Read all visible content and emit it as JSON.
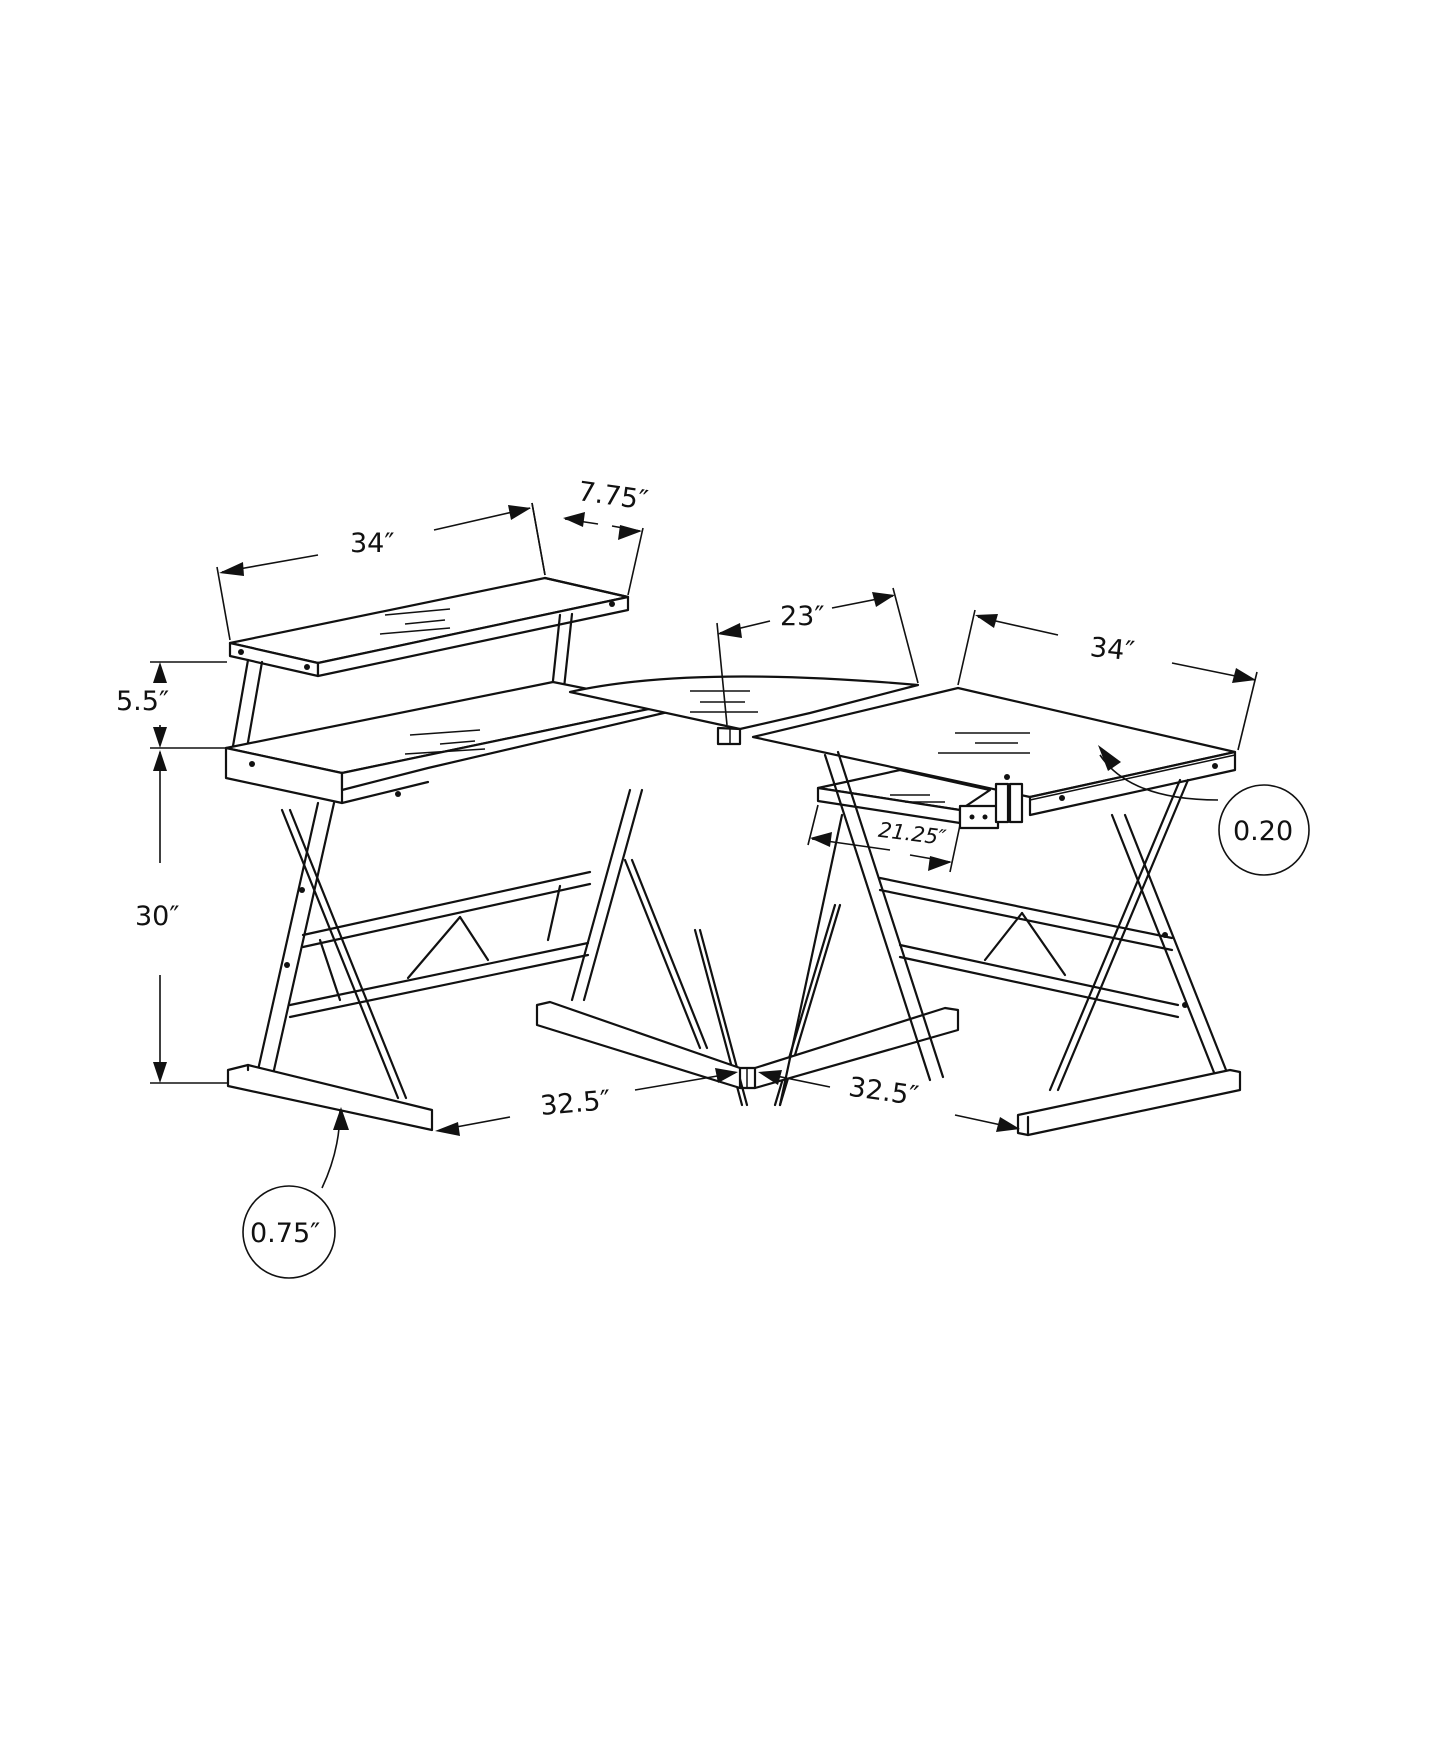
{
  "diagram": {
    "subject": "L-shaped corner desk with hutch shelf and keyboard tray",
    "line_color": "#111111",
    "background": "#ffffff",
    "dimensions": {
      "shelf_width": "34″",
      "shelf_depth": "7.75″",
      "corner_width": "23″",
      "right_desk_width": "34″",
      "shelf_height": "5.5″",
      "desk_height": "30″",
      "keyboard_tray_width": "21.25″",
      "left_base_length": "32.5″",
      "right_base_length": "32.5″"
    },
    "callouts": {
      "top_thickness": "0.20",
      "base_thickness": "0.75″"
    },
    "components": [
      "hutch-shelf",
      "left-desktop",
      "corner-desktop",
      "right-desktop",
      "keyboard-tray",
      "left-frame",
      "center-frame",
      "right-frame"
    ]
  }
}
